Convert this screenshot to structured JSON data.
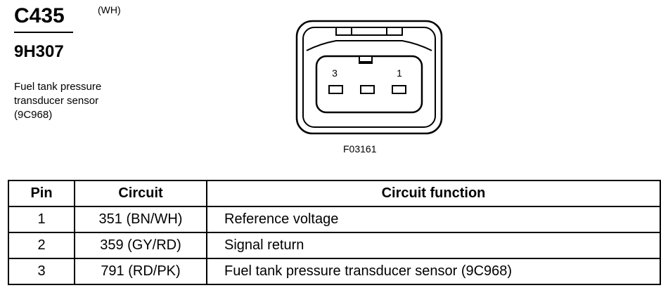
{
  "header": {
    "connector_id": "C435",
    "color_code": "(WH)",
    "part_number": "9H307",
    "description_lines": [
      "Fuel tank pressure",
      "transducer sensor",
      "(9C968)"
    ]
  },
  "diagram": {
    "pin_label_left": "3",
    "pin_label_right": "1",
    "figure_code": "F03161"
  },
  "pin_table": {
    "headers": {
      "pin": "Pin",
      "circuit": "Circuit",
      "function": "Circuit function"
    },
    "rows": [
      {
        "pin": "1",
        "circuit": "351 (BN/WH)",
        "function": "Reference voltage"
      },
      {
        "pin": "2",
        "circuit": "359 (GY/RD)",
        "function": "Signal return"
      },
      {
        "pin": "3",
        "circuit": "791 (RD/PK)",
        "function": "Fuel tank pressure transducer sensor (9C968)"
      }
    ]
  }
}
